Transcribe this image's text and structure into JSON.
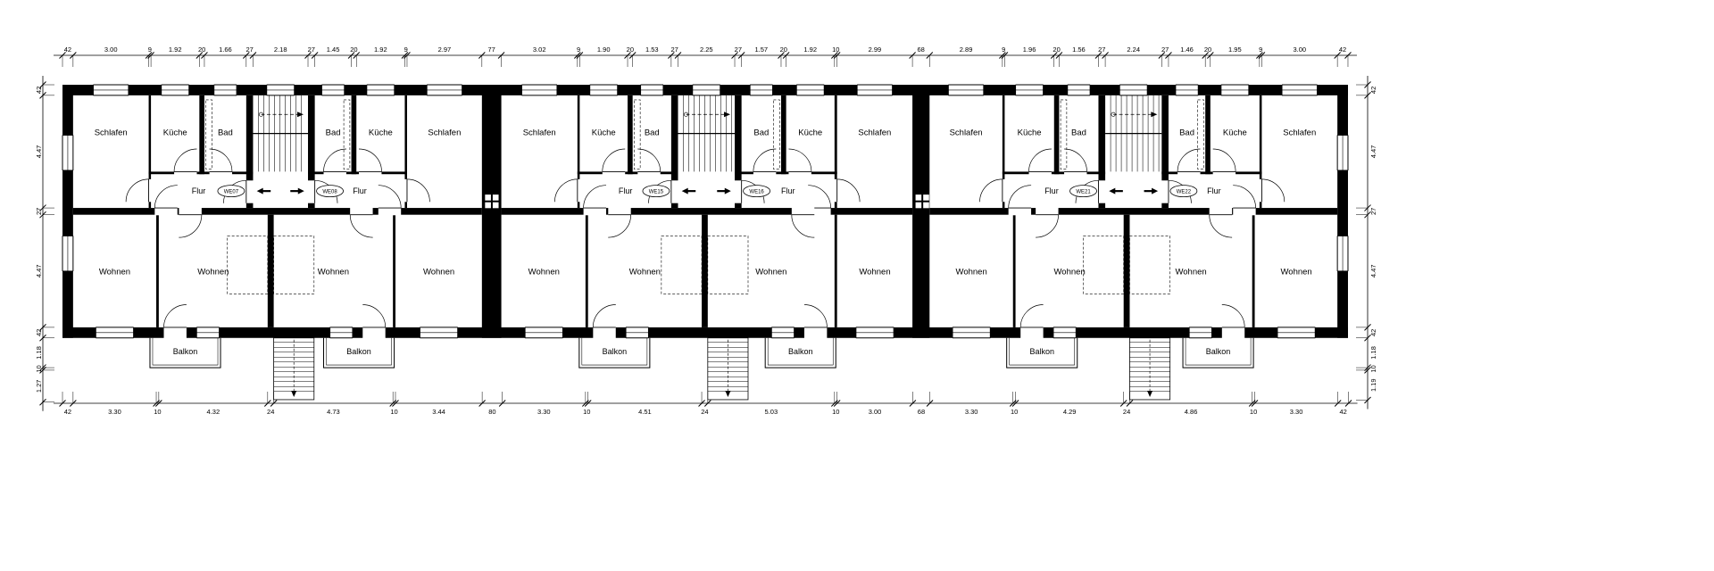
{
  "drawing": {
    "sections": [
      {
        "we_left": "WE07",
        "we_right": "WE08",
        "rooms_top": [
          "Schlafen",
          "Küche",
          "Bad",
          "Bad",
          "Küche",
          "Schlafen"
        ],
        "flur_left": "Flur",
        "flur_right": "Flur",
        "rooms_bottom": [
          "Wohnen",
          "Wohnen",
          "Wohnen",
          "Wohnen"
        ],
        "balcony_left": "Balkon",
        "balcony_right": "Balkon"
      },
      {
        "we_left": "WE15",
        "we_right": "WE16",
        "rooms_top": [
          "Schlafen",
          "Küche",
          "Bad",
          "Bad",
          "Küche",
          "Schlafen"
        ],
        "flur_left": "Flur",
        "flur_right": "Flur",
        "rooms_bottom": [
          "Wohnen",
          "Wohnen",
          "Wohnen",
          "Wohnen"
        ],
        "balcony_left": "Balkon",
        "balcony_right": "Balkon"
      },
      {
        "we_left": "WE21",
        "we_right": "WE22",
        "rooms_top": [
          "Schlafen",
          "Küche",
          "Bad",
          "Bad",
          "Küche",
          "Schlafen"
        ],
        "flur_left": "Flur",
        "flur_right": "Flur",
        "rooms_bottom": [
          "Wohnen",
          "Wohnen",
          "Wohnen",
          "Wohnen"
        ],
        "balcony_left": "Balkon",
        "balcony_right": "Balkon"
      }
    ],
    "dims_top": [
      "42",
      "3.00",
      "9",
      "1.92",
      "20",
      "1.66",
      "27",
      "2.18",
      "27",
      "1.45",
      "20",
      "1.92",
      "9",
      "2.97",
      "77",
      "3.02",
      "9",
      "1.90",
      "20",
      "1.53",
      "27",
      "2.25",
      "27",
      "1.57",
      "20",
      "1.92",
      "10",
      "2.99",
      "68",
      "2.89",
      "9",
      "1.96",
      "20",
      "1.56",
      "27",
      "2.24",
      "27",
      "1.46",
      "20",
      "1.95",
      "9",
      "3.00",
      "42"
    ],
    "dims_bottom": [
      "42",
      "3.30",
      "10",
      "4.32",
      "24",
      "4.73",
      "10",
      "3.44",
      "80",
      "3.30",
      "10",
      "4.51",
      "24",
      "5.03",
      "10",
      "3.00",
      "68",
      "3.30",
      "10",
      "4.29",
      "24",
      "4.86",
      "10",
      "3.30",
      "42"
    ],
    "dims_left": [
      "42",
      "4.47",
      "27",
      "4.47",
      "42",
      "1.18",
      "10",
      "1.27"
    ],
    "dims_right": [
      "42",
      "4.47",
      "27",
      "4.47",
      "42",
      "1.18",
      "10",
      "1.19"
    ]
  }
}
